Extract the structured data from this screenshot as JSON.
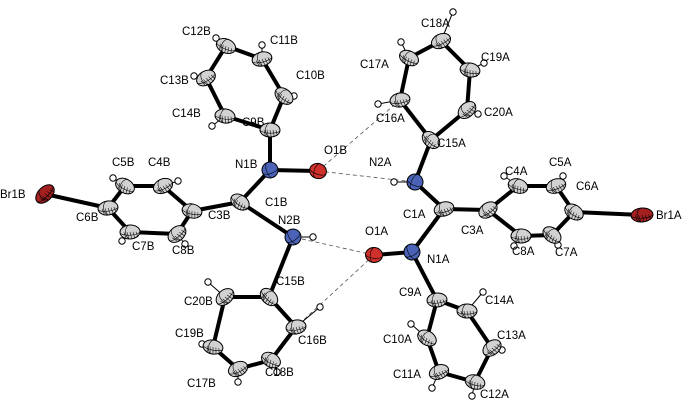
{
  "colors": {
    "C": "#d2d2d2",
    "N": "#4a63b9",
    "O": "#d0302c",
    "Br": "#a42020",
    "H": "#ffffff"
  },
  "atoms": [
    {
      "id": "Br1B",
      "el": "Br",
      "label": "Br1B"
    },
    {
      "id": "C6B",
      "el": "C",
      "label": "C6B"
    },
    {
      "id": "C5B",
      "el": "C",
      "label": "C5B"
    },
    {
      "id": "C4B",
      "el": "C",
      "label": "C4B"
    },
    {
      "id": "C3B",
      "el": "C",
      "label": "C3B"
    },
    {
      "id": "C8B",
      "el": "C",
      "label": "C8B"
    },
    {
      "id": "C7B",
      "el": "C",
      "label": "C7B"
    },
    {
      "id": "C1B",
      "el": "C",
      "label": "C1B"
    },
    {
      "id": "N1B",
      "el": "N",
      "label": "N1B"
    },
    {
      "id": "O1B",
      "el": "O",
      "label": "O1B"
    },
    {
      "id": "N2B",
      "el": "N",
      "label": "N2B"
    },
    {
      "id": "C9B",
      "el": "C",
      "label": "C9B"
    },
    {
      "id": "C10B",
      "el": "C",
      "label": "C10B"
    },
    {
      "id": "C11B",
      "el": "C",
      "label": "C11B"
    },
    {
      "id": "C12B",
      "el": "C",
      "label": "C12B"
    },
    {
      "id": "C13B",
      "el": "C",
      "label": "C13B"
    },
    {
      "id": "C14B",
      "el": "C",
      "label": "C14B"
    },
    {
      "id": "C15B",
      "el": "C",
      "label": "C15B"
    },
    {
      "id": "C16B",
      "el": "C",
      "label": "C16B"
    },
    {
      "id": "C18B",
      "el": "C",
      "label": "C18B"
    },
    {
      "id": "C17B",
      "el": "C",
      "label": "C17B"
    },
    {
      "id": "C19B",
      "el": "C",
      "label": "C19B"
    },
    {
      "id": "C20B",
      "el": "C",
      "label": "C20B"
    },
    {
      "id": "Br1A",
      "el": "Br",
      "label": "Br1A"
    },
    {
      "id": "C6A",
      "el": "C",
      "label": "C6A"
    },
    {
      "id": "C5A",
      "el": "C",
      "label": "C5A"
    },
    {
      "id": "C4A",
      "el": "C",
      "label": "C4A"
    },
    {
      "id": "C3A",
      "el": "C",
      "label": "C3A"
    },
    {
      "id": "C8A",
      "el": "C",
      "label": "C8A"
    },
    {
      "id": "C7A",
      "el": "C",
      "label": "C7A"
    },
    {
      "id": "C1A",
      "el": "C",
      "label": "C1A"
    },
    {
      "id": "N2A",
      "el": "N",
      "label": "N2A"
    },
    {
      "id": "N1A",
      "el": "N",
      "label": "N1A"
    },
    {
      "id": "O1A",
      "el": "O",
      "label": "O1A"
    },
    {
      "id": "C15A",
      "el": "C",
      "label": "C15A"
    },
    {
      "id": "C16A",
      "el": "C",
      "label": "C16A"
    },
    {
      "id": "C17A",
      "el": "C",
      "label": "C17A"
    },
    {
      "id": "C18A",
      "el": "C",
      "label": "C18A"
    },
    {
      "id": "C19A",
      "el": "C",
      "label": "C19A"
    },
    {
      "id": "C20A",
      "el": "C",
      "label": "C20A"
    },
    {
      "id": "C9A",
      "el": "C",
      "label": "C9A"
    },
    {
      "id": "C10A",
      "el": "C",
      "label": "C10A"
    },
    {
      "id": "C11A",
      "el": "C",
      "label": "C11A"
    },
    {
      "id": "C12A",
      "el": "C",
      "label": "C12A"
    },
    {
      "id": "C13A",
      "el": "C",
      "label": "C13A"
    },
    {
      "id": "C14A",
      "el": "C",
      "label": "C14A"
    }
  ],
  "bonds": [
    [
      "Br1B",
      "C6B"
    ],
    [
      "C6B",
      "C5B"
    ],
    [
      "C5B",
      "C4B"
    ],
    [
      "C4B",
      "C3B"
    ],
    [
      "C3B",
      "C8B"
    ],
    [
      "C8B",
      "C7B"
    ],
    [
      "C7B",
      "C6B"
    ],
    [
      "C3B",
      "C1B"
    ],
    [
      "C1B",
      "N1B"
    ],
    [
      "N1B",
      "O1B"
    ],
    [
      "C1B",
      "N2B"
    ],
    [
      "N2B",
      "C15B"
    ],
    [
      "N1B",
      "C9B"
    ],
    [
      "C9B",
      "C10B"
    ],
    [
      "C10B",
      "C11B"
    ],
    [
      "C11B",
      "C12B"
    ],
    [
      "C12B",
      "C13B"
    ],
    [
      "C13B",
      "C14B"
    ],
    [
      "C14B",
      "C9B"
    ],
    [
      "C15B",
      "C16B"
    ],
    [
      "C16B",
      "C18B"
    ],
    [
      "C18B",
      "C17B"
    ],
    [
      "C17B",
      "C19B"
    ],
    [
      "C19B",
      "C20B"
    ],
    [
      "C20B",
      "C15B"
    ],
    [
      "Br1A",
      "C6A"
    ],
    [
      "C6A",
      "C5A"
    ],
    [
      "C5A",
      "C4A"
    ],
    [
      "C4A",
      "C3A"
    ],
    [
      "C3A",
      "C8A"
    ],
    [
      "C8A",
      "C7A"
    ],
    [
      "C7A",
      "C6A"
    ],
    [
      "C3A",
      "C1A"
    ],
    [
      "C1A",
      "N2A"
    ],
    [
      "C1A",
      "N1A"
    ],
    [
      "N1A",
      "O1A"
    ],
    [
      "N2A",
      "C15A"
    ],
    [
      "C15A",
      "C16A"
    ],
    [
      "C16A",
      "C17A"
    ],
    [
      "C17A",
      "C18A"
    ],
    [
      "C18A",
      "C19A"
    ],
    [
      "C19A",
      "C20A"
    ],
    [
      "C20A",
      "C15A"
    ],
    [
      "N1A",
      "C9A"
    ],
    [
      "C9A",
      "C10A"
    ],
    [
      "C10A",
      "C11A"
    ],
    [
      "C11A",
      "C12A"
    ],
    [
      "C12A",
      "C13A"
    ],
    [
      "C13A",
      "C14A"
    ],
    [
      "C14A",
      "C9A"
    ]
  ],
  "h_bonds": [
    [
      "O1B",
      "C16A"
    ],
    [
      "O1B",
      "N2A"
    ],
    [
      "O1A",
      "N2B"
    ],
    [
      "O1A",
      "C16B"
    ]
  ]
}
